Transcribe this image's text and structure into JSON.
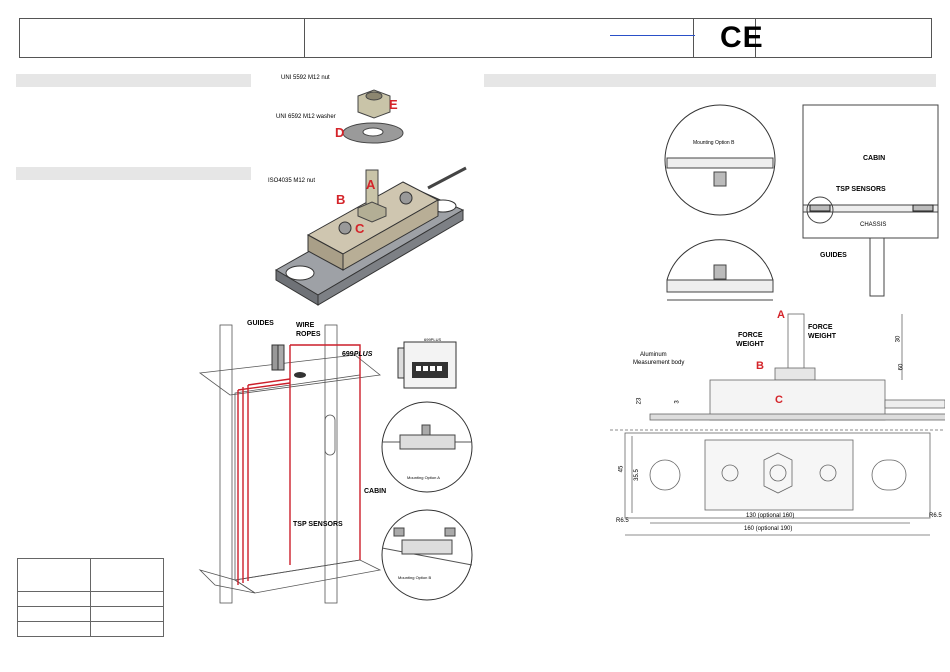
{
  "header": {
    "ce_mark": "CE"
  },
  "labels": {
    "nut_e": "UNI 5592 M12 nut",
    "washer_d": "UNI 6592 M12 washer",
    "nut_b": "ISO4035 M12 nut",
    "A": "A",
    "B": "B",
    "C": "C",
    "D": "D",
    "E": "E",
    "guides": "GUIDES",
    "wire_ropes_1": "WIRE",
    "wire_ropes_2": "ROPES",
    "product_prefix": "699",
    "product_suffix": "PLUS",
    "cabin": "CABIN",
    "tsp_sensors": "TSP SENSORS",
    "mount_a": "Mounting Option A",
    "mount_b": "Mounting Option B",
    "device_brand": "699PLUS"
  },
  "right": {
    "mount_b": "Mounting Option B",
    "cabin": "CABIN",
    "tsp_sensors": "TSP SENSORS",
    "chassis": "CHASSIS",
    "guides": "GUIDES",
    "A": "A",
    "B": "B",
    "C": "C",
    "force_weight_1a": "FORCE",
    "force_weight_1b": "WEIGHT",
    "force_weight_2a": "FORCE",
    "force_weight_2b": "WEIGHT",
    "alu_1": "Aluminum",
    "alu_2": "Measurement body",
    "dim_30": "30",
    "dim_60": "60",
    "dim_23": "23",
    "dim_3": "3",
    "dim_45": "45",
    "dim_35_5": "35.5",
    "dim_130": "130 (optional 160)",
    "dim_160": "160 (optional 190)",
    "dim_r6_5a": "R6.5",
    "dim_r6_5b": "R6.5"
  }
}
